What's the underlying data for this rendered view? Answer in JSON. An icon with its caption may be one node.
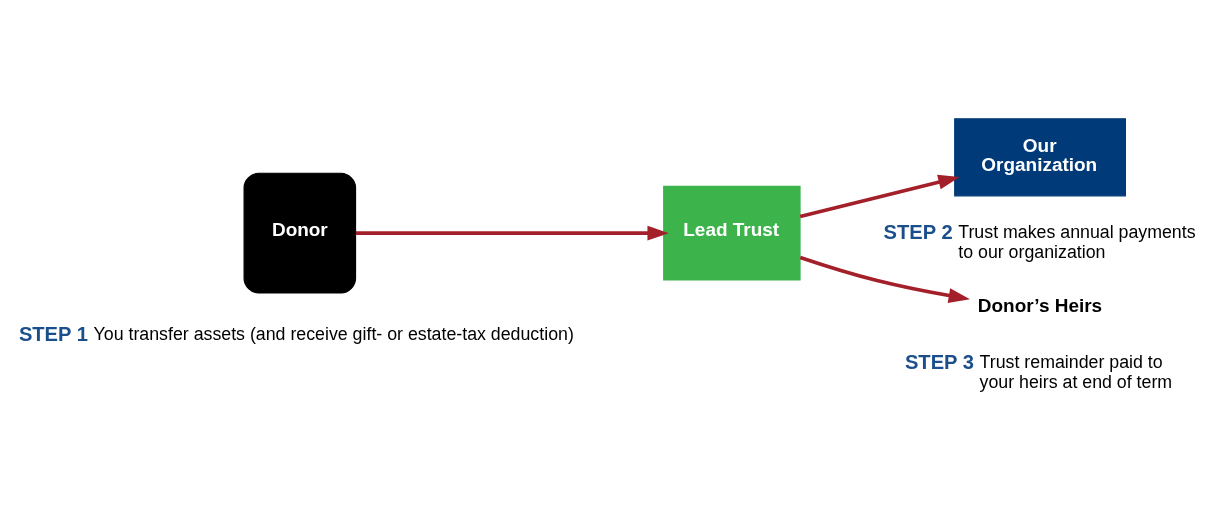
{
  "diagram": {
    "nodes": [
      {
        "text": [
          "Donor"
        ],
        "beside": [
          "STEP 1",
          "You transfer assets (and receive gift- or estate-tax deduction)"
        ]
      },
      {
        "text": [
          "Lead Trust"
        ]
      },
      {
        "text": [
          "Our Organization"
        ],
        "beside": [
          "STEP 2",
          "Trust makes annual payments to our organization"
        ]
      },
      {
        "text": [
          "Donor’s Heirs"
        ],
        "beside": [
          "STEP 3",
          "Trust remainder paid to your heirs at end of term"
        ]
      }
    ],
    "edges": [
      {
        "from": 0,
        "to": 1,
        "arrow": "to"
      },
      {
        "from": 1,
        "to": 2,
        "arrow": "to"
      },
      {
        "from": 1,
        "to": 3,
        "arrow": "to"
      }
    ]
  }
}
